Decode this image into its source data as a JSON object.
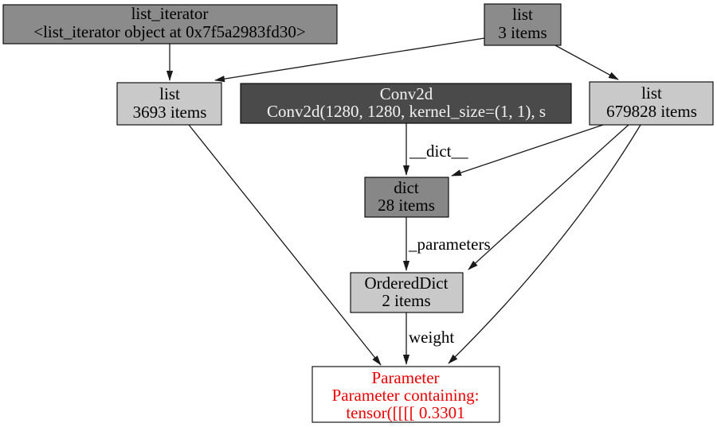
{
  "colors": {
    "background": "#ffffff",
    "node_gray": "#8b8b8b",
    "node_dict_gray": "#878787",
    "node_light_gray": "#c9c9c9",
    "node_dark_gray": "#4a4a4a",
    "node_white_fill": "#ffffff",
    "border_black": "#000000",
    "edge_black": "#1a1a1a",
    "target_text_red": "#ee0000"
  },
  "nodes": {
    "list_iterator": {
      "type": "list_iterator",
      "detail": "<list_iterator object at 0x7f5a2983fd30>"
    },
    "list_3": {
      "type": "list",
      "detail": "3 items"
    },
    "list_3693": {
      "type": "list",
      "detail": "3693 items"
    },
    "conv2d": {
      "type": "Conv2d",
      "detail": "Conv2d(1280, 1280, kernel_size=(1, 1), s"
    },
    "list_679828": {
      "type": "list",
      "detail": "679828 items"
    },
    "dict": {
      "type": "dict",
      "detail": "28 items"
    },
    "ordered_dict": {
      "type": "OrderedDict",
      "detail": "2 items"
    },
    "parameter": {
      "type": "Parameter",
      "detail": "Parameter containing:",
      "detail2": "tensor([[[[ 0.3301"
    }
  },
  "edge_labels": {
    "dict_attr": "__dict__",
    "parameters_attr": "_parameters",
    "weight_attr": "weight"
  }
}
